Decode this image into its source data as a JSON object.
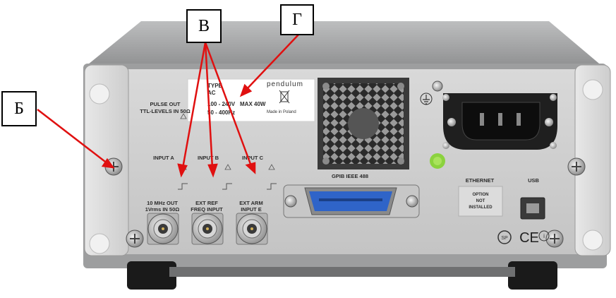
{
  "callouts": {
    "b": "Б",
    "v": "В",
    "g": "Г"
  },
  "panel": {
    "pulse_out_line1": "PULSE OUT",
    "pulse_out_line2": "TTL-LEVELS IN 50Ω",
    "input_a": "INPUT A",
    "input_b": "INPUT B",
    "input_c": "INPUT C",
    "out_10mhz_line1": "10 MHz OUT",
    "out_10mhz_line2": "1Vrms IN 50Ω",
    "ext_ref_line1": "EXT REF",
    "ext_ref_line2": "FREQ INPUT",
    "ext_arm_line1": "EXT ARM",
    "ext_arm_line2": "INPUT E",
    "gpib": "GPIB IEEE 488",
    "ethernet": "ETHERNET",
    "option_line1": "OPTION",
    "option_line2": "NOT",
    "option_line3": "INSTALLED",
    "usb": "USB",
    "ce_mark": "CE"
  },
  "label_plate": {
    "type": "TYPE",
    "ac": "AC",
    "voltage": "100 - 240V",
    "max_power": "MAX 40W",
    "freq": "50 - 400Hz",
    "brand": "pendulum",
    "made_in": "Made in Poland"
  },
  "colors": {
    "arrow": "#e01010",
    "panel": "#cfcfcf",
    "housing": "#a9aaab"
  }
}
